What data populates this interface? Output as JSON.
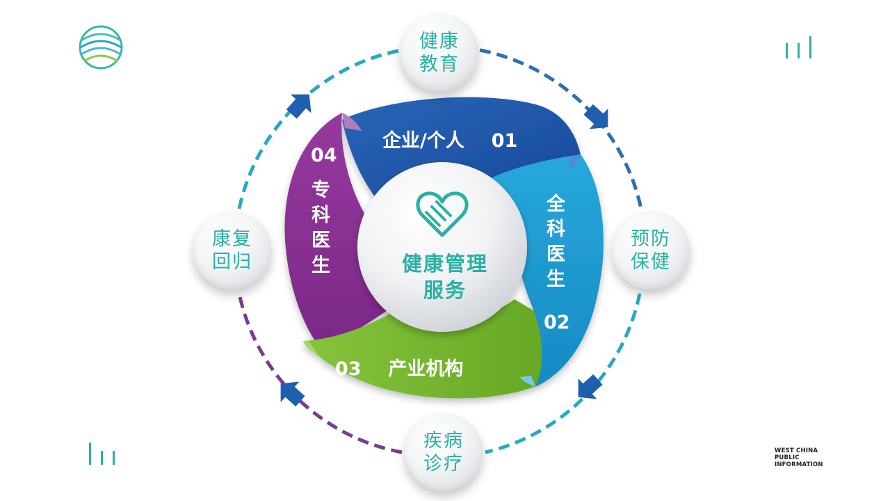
{
  "center": {
    "line1": "健康管理",
    "line2": "服务"
  },
  "segments": [
    {
      "id": "01",
      "label": "企业/个人",
      "number": "01",
      "color": "#1c55a8"
    },
    {
      "id": "02",
      "label": "全科医生",
      "number": "02",
      "color": "#1e9bd2"
    },
    {
      "id": "03",
      "label": "产业机构",
      "number": "03",
      "color": "#77b72f"
    },
    {
      "id": "04",
      "label": "专科医生",
      "number": "04",
      "color": "#8a3193"
    }
  ],
  "segment_chars": {
    "02": [
      "全",
      "科",
      "医",
      "生"
    ],
    "04": [
      "专",
      "科",
      "医",
      "生"
    ]
  },
  "cycle": [
    {
      "line1": "健康",
      "line2": "教育"
    },
    {
      "line1": "预防",
      "line2": "保健"
    },
    {
      "line1": "疾病",
      "line2": "诊疗"
    },
    {
      "line1": "康复",
      "line2": "回归"
    }
  ],
  "brand": {
    "line1": "WEST CHINA",
    "line2": "PUBLIC",
    "line3": "INFORMATION"
  },
  "colors": {
    "teal": "#2ab0a4",
    "ring_blue": "#2d6fb0",
    "ring_teal": "#2aa7c4",
    "ring_green": "#6aa24a",
    "ring_purple": "#7a3c8c",
    "arrow": "#1f5fb0"
  }
}
